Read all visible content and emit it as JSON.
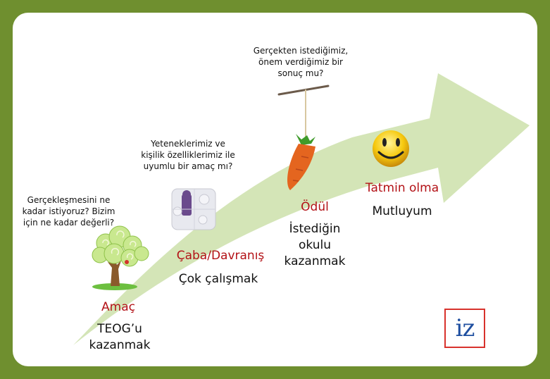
{
  "colors": {
    "frame": "#6f8f2f",
    "arrow": "#d4e5b7",
    "accent_red": "#b31217",
    "logo_red": "#d8322c",
    "logo_blue": "#1f4fa0"
  },
  "questions": {
    "goal": "Gerçekleşmesini ne kadar istiyoruz? Bizim için ne kadar değerli?",
    "effort": "Yeteneklerimiz ve kişilik özelliklerimiz ile uyumlu bir amaç mı?",
    "reward": "Gerçekten istediğimiz, önem verdiğimiz bir sonuç mu?"
  },
  "stages": {
    "goal": {
      "title": "Amaç",
      "text": "TEOG’u kazanmak",
      "icon": "tree-icon"
    },
    "effort": {
      "title": "Çaba/Davranış",
      "text": "Çok çalışmak",
      "icon": "puzzle-icon"
    },
    "reward": {
      "title": "Ödül",
      "text": "İstediğin okulu kazanmak",
      "icon": "carrot-icon"
    },
    "satisfaction": {
      "title": "Tatmin olma",
      "text": "Mutluyum",
      "icon": "smiley-icon"
    }
  },
  "logo": {
    "text": "iz"
  }
}
